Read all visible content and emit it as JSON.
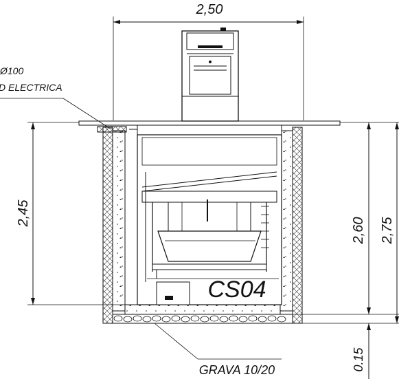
{
  "drawing": {
    "dim_width_top": "2,50",
    "dim_height_left": "2,45",
    "dim_height_right_inner": "2,60",
    "dim_height_right_outer": "2,75",
    "dim_gravel_depth": "0.15",
    "note_pipe_diameter": "Ø100",
    "note_conduit": "D ELECTRICA",
    "label_gravel": "GRAVA 10/20",
    "model_label": "CS04"
  },
  "colors": {
    "line": "#111111",
    "hatch": "#333333",
    "background": "#ffffff"
  }
}
